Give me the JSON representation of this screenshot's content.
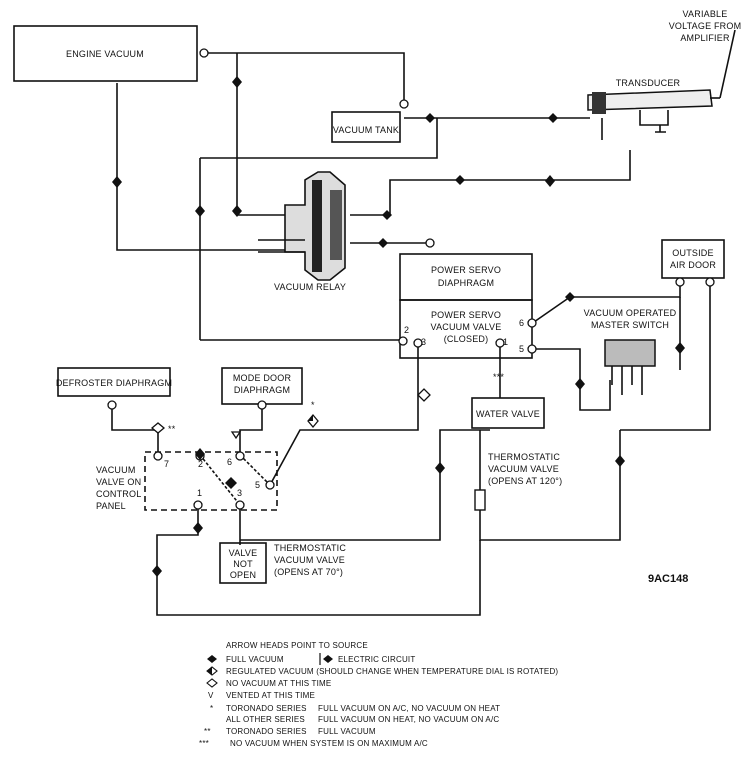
{
  "components": {
    "engine_vacuum": "ENGINE VACUUM",
    "vacuum_tank": "VACUUM TANK",
    "transducer": "TRANSDUCER",
    "variable_voltage_1": "VARIABLE",
    "variable_voltage_2": "VOLTAGE FROM",
    "variable_voltage_3": "AMPLIFIER",
    "vacuum_relay": "VACUUM RELAY",
    "power_servo_diaphragm_1": "POWER SERVO",
    "power_servo_diaphragm_2": "DIAPHRAGM",
    "power_servo_valve_1": "POWER SERVO",
    "power_servo_valve_2": "VACUUM VALVE",
    "power_servo_valve_3": "(CLOSED)",
    "outside_air_door_1": "OUTSIDE",
    "outside_air_door_2": "AIR DOOR",
    "master_switch_1": "VACUUM OPERATED",
    "master_switch_2": "MASTER SWITCH",
    "defroster": "DEFROSTER DIAPHRAGM",
    "mode_door_1": "MODE DOOR",
    "mode_door_2": "DIAPHRAGM",
    "water_valve": "WATER VALVE",
    "thermo_120_1": "THERMOSTATIC",
    "thermo_120_2": "VACUUM VALVE",
    "thermo_120_3": "(OPENS AT 120°)",
    "control_valve_1": "VACUUM",
    "control_valve_2": "VALVE ON",
    "control_valve_3": "CONTROL",
    "control_valve_4": "PANEL",
    "valve_not_open_1": "VALVE",
    "valve_not_open_2": "NOT",
    "valve_not_open_3": "OPEN",
    "thermo_70_1": "THERMOSTATIC",
    "thermo_70_2": "VACUUM VALVE",
    "thermo_70_3": "(OPENS AT 70°)"
  },
  "ports": {
    "sv_2": "2",
    "sv_3": "3",
    "sv_1": "1",
    "sv_6": "6",
    "sv_5": "5",
    "cp_7": "7",
    "cp_2": "2",
    "cp_6": "6",
    "cp_5": "5",
    "cp_1": "1",
    "cp_3": "3"
  },
  "marks": {
    "triple_star": "***",
    "double_star": "**",
    "single_star": "*"
  },
  "figure_id": "9AC148",
  "legend": {
    "title": "ARROW HEADS POINT TO SOURCE",
    "full_vacuum": "FULL VACUUM",
    "electric": "ELECTRIC CIRCUIT",
    "regulated": "REGULATED VACUUM (SHOULD CHANGE WHEN TEMPERATURE DIAL IS ROTATED)",
    "no_vacuum": "NO VACUUM AT THIS TIME",
    "vented_sym": "V",
    "vented": "VENTED AT THIS TIME",
    "star1_sym": "*",
    "star1_a_label": "TORONADO SERIES",
    "star1_a_text": "FULL VACUUM ON A/C, NO VACUUM ON HEAT",
    "star1_b_label": "ALL OTHER SERIES",
    "star1_b_text": "FULL VACUUM ON HEAT, NO VACUUM ON A/C",
    "star2_sym": "**",
    "star2_label": "TORONADO SERIES",
    "star2_text": "FULL VACUUM",
    "star3_sym": "***",
    "star3_text": "NO VACUUM WHEN SYSTEM IS ON MAXIMUM A/C"
  }
}
